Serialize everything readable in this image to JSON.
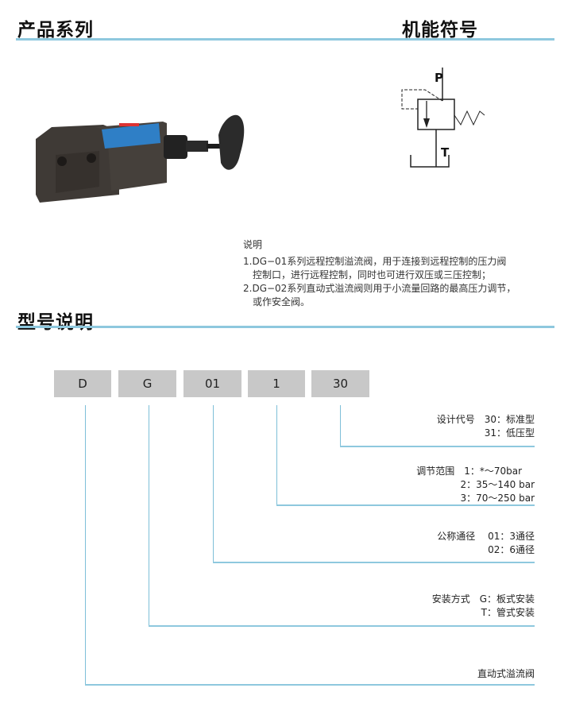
{
  "headings": {
    "product_series": "产品系列",
    "symbol": "机能符号",
    "model": "型号说明"
  },
  "symbol": {
    "port_p": "P",
    "port_t": "T"
  },
  "description": {
    "title": "说明",
    "lines": [
      "1.DG−01系列远程控制溢流阀，用于连接到远程控制的压力阀",
      "  控制口，进行远程控制，同时也可进行双压或三压控制；",
      "2.DG−02系列直动式溢流阀则用于小流量回路的最高压力调节，",
      "  或作安全阀。"
    ]
  },
  "code_boxes": [
    "D",
    "G",
    "01",
    "1",
    "30"
  ],
  "legend": [
    {
      "lines": [
        "设计代号　30：标准型",
        "31：低压型"
      ]
    },
    {
      "lines": [
        "调节范围　1：*～70bar",
        "2：35～140 bar",
        "3：70～250 bar"
      ]
    },
    {
      "lines": [
        "公称通径　 01：3通径",
        "02：6通径"
      ]
    },
    {
      "lines": [
        "安装方式　G：板式安装",
        "T：管式安装"
      ]
    },
    {
      "lines": [
        "直动式溢流阀"
      ]
    }
  ],
  "colors": {
    "rule": "#8ec8de",
    "box": "#c8c8c8"
  }
}
